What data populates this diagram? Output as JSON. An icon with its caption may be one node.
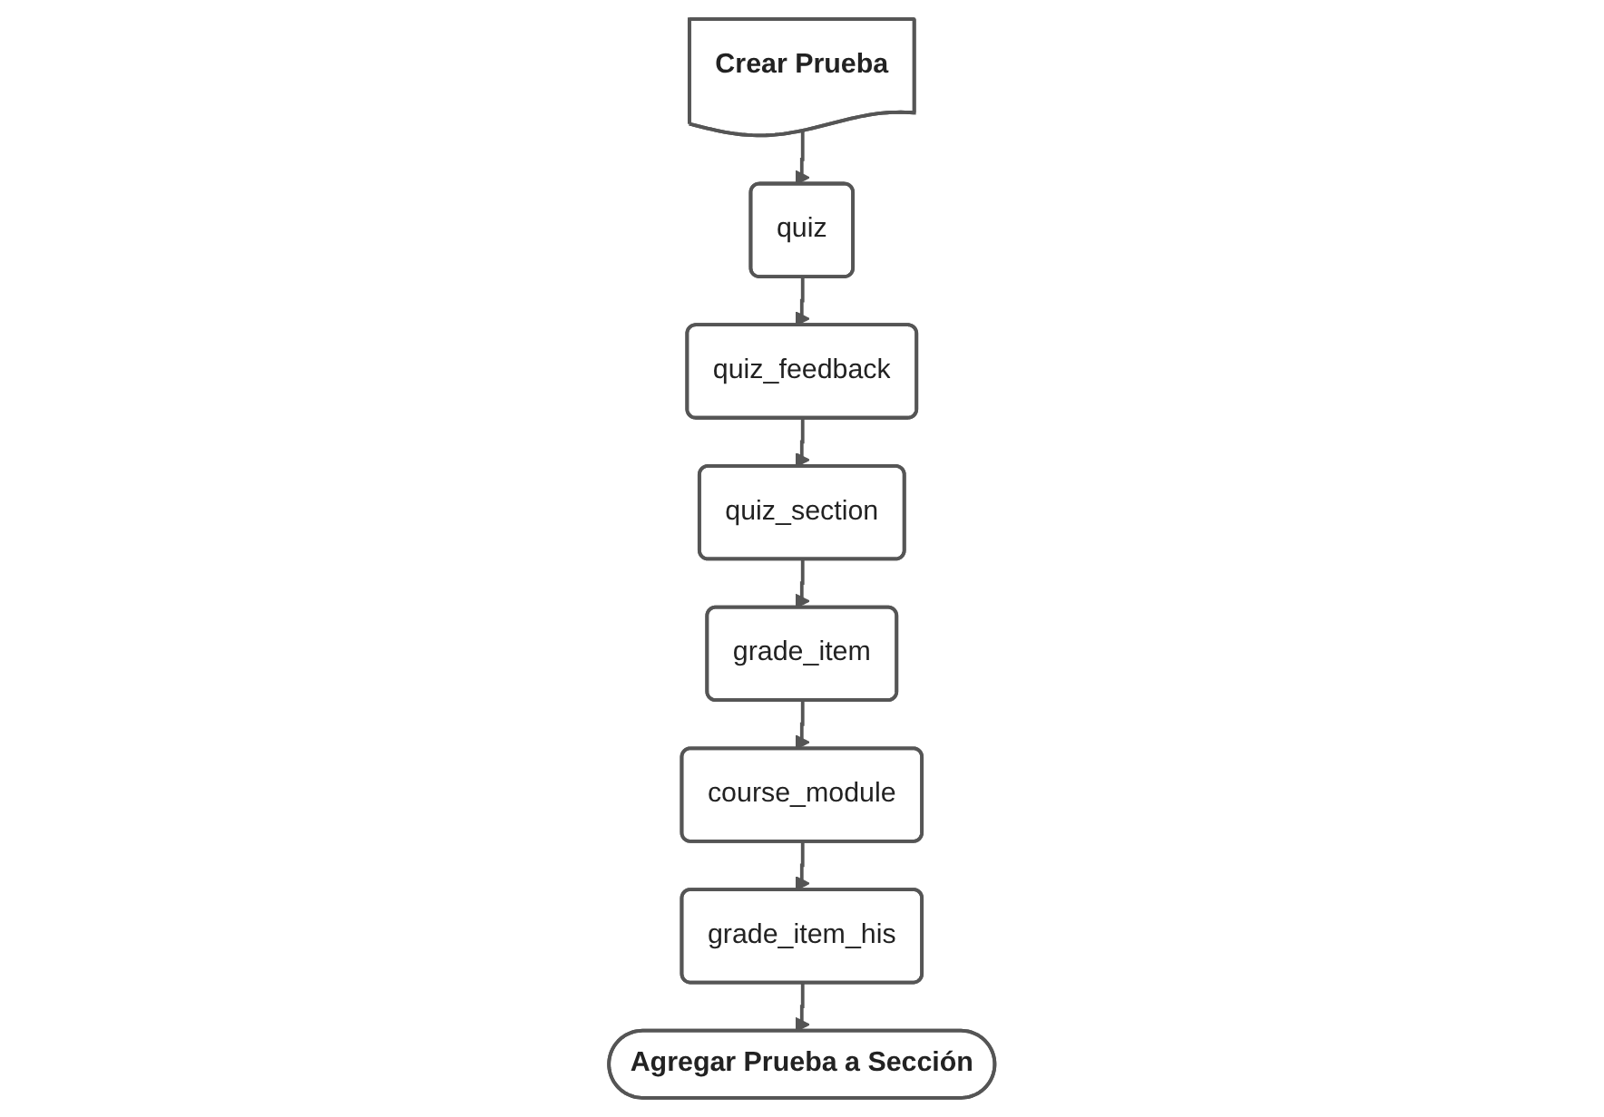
{
  "diagram": {
    "nodes": [
      {
        "text": [
          "Crear Prueba"
        ]
      },
      {
        "text": [
          "quiz"
        ]
      },
      {
        "text": [
          "quiz_feedback"
        ]
      },
      {
        "text": [
          "quiz_section"
        ]
      },
      {
        "text": [
          "grade_item"
        ]
      },
      {
        "text": [
          "course_module"
        ]
      },
      {
        "text": [
          "grade_item_his"
        ]
      },
      {
        "text": [
          "Agregar Prueba a Sección"
        ]
      }
    ],
    "edges": [
      {
        "from": 0,
        "to": 1,
        "arrow": "to"
      },
      {
        "from": 1,
        "to": 2,
        "arrow": "to"
      },
      {
        "from": 2,
        "to": 3,
        "arrow": "to"
      },
      {
        "from": 3,
        "to": 4,
        "arrow": "to"
      },
      {
        "from": 4,
        "to": 5,
        "arrow": "to"
      },
      {
        "from": 5,
        "to": 6,
        "arrow": "to"
      },
      {
        "from": 6,
        "to": 7,
        "arrow": "to"
      }
    ]
  }
}
